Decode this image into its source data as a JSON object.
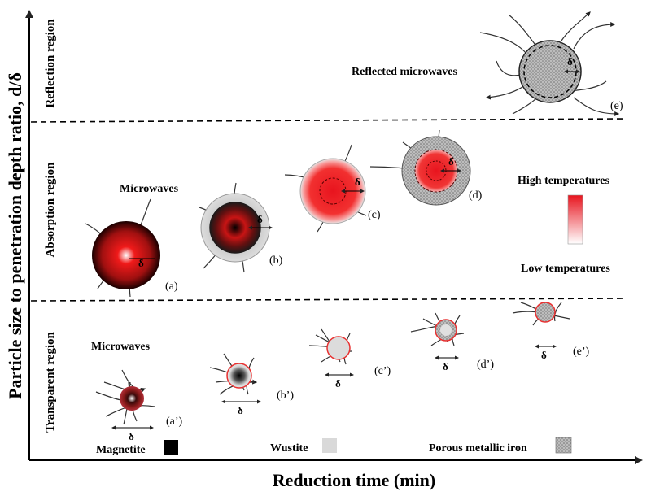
{
  "axes": {
    "ylabel": "Particle size to penetration depth ratio, d/δ",
    "xlabel": "Reduction time (min)"
  },
  "regions": {
    "reflection": "Reflection region",
    "absorption": "Absorption region",
    "transparent": "Transparent region"
  },
  "labels": {
    "reflected_microwaves": "Reflected microwaves",
    "microwaves_top": "Microwaves",
    "microwaves_bottom": "Microwaves",
    "delta": "δ"
  },
  "temperature_scale": {
    "high": "High temperatures",
    "low": "Low temperatures",
    "high_color": "#e8141e",
    "low_color": "#ffffff"
  },
  "panels": {
    "a": "(a)",
    "b": "(b)",
    "c": "(c)",
    "d": "(d)",
    "e": "(e)",
    "a2": "(a’)",
    "b2": "(b’)",
    "c2": "(c’)",
    "d2": "(d’)",
    "e2": "(e’)"
  },
  "legend": {
    "magnetite": "Magnetite",
    "wustite": "Wustite",
    "iron": "Porous metallic iron",
    "magnetite_color": "#000000",
    "wustite_color": "#d9d9d9",
    "iron_color": "#a9a9a9"
  }
}
